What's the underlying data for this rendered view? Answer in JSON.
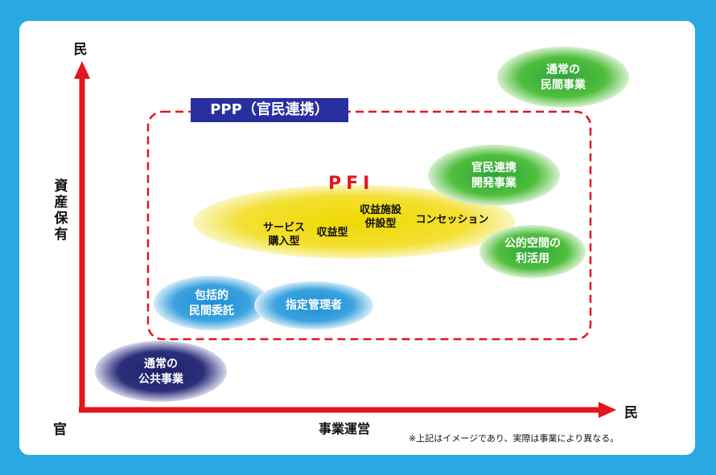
{
  "axis": {
    "y_top": "民",
    "y_label": "資産保有",
    "origin": "官",
    "x_right": "民",
    "x_label": "事業運営"
  },
  "ppp_label": "PPP（官民連携）",
  "pfi_label": "PFI",
  "pfi_items": {
    "service": "サービス\n購入型",
    "revenue": "収益型",
    "combined": "収益施設\n併設型",
    "concession": "コンセッション"
  },
  "bubbles": {
    "private_normal": "通常の\n民間事業",
    "joint_dev": "官民連携\n開発事業",
    "public_space": "公的空間の\n利活用",
    "comprehensive": "包括的\n民間委託",
    "designated": "指定管理者",
    "public_normal": "通常の\n公共事業"
  },
  "footnote": "※上記はイメージであり、実際は事業により異なる。",
  "colors": {
    "axis": "#e3161b",
    "green": "#4fbe3c",
    "blue": "#3aa2df",
    "navy": "#2c2f7a",
    "yellow": "#f3e033",
    "ppp_box": "#2a2fa0"
  }
}
